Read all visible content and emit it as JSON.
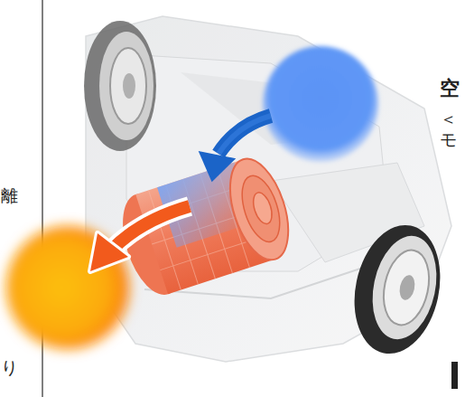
{
  "diagram": {
    "labels": [
      "空",
      "＜",
      "モ",
      "離",
      "り"
    ]
  }
}
